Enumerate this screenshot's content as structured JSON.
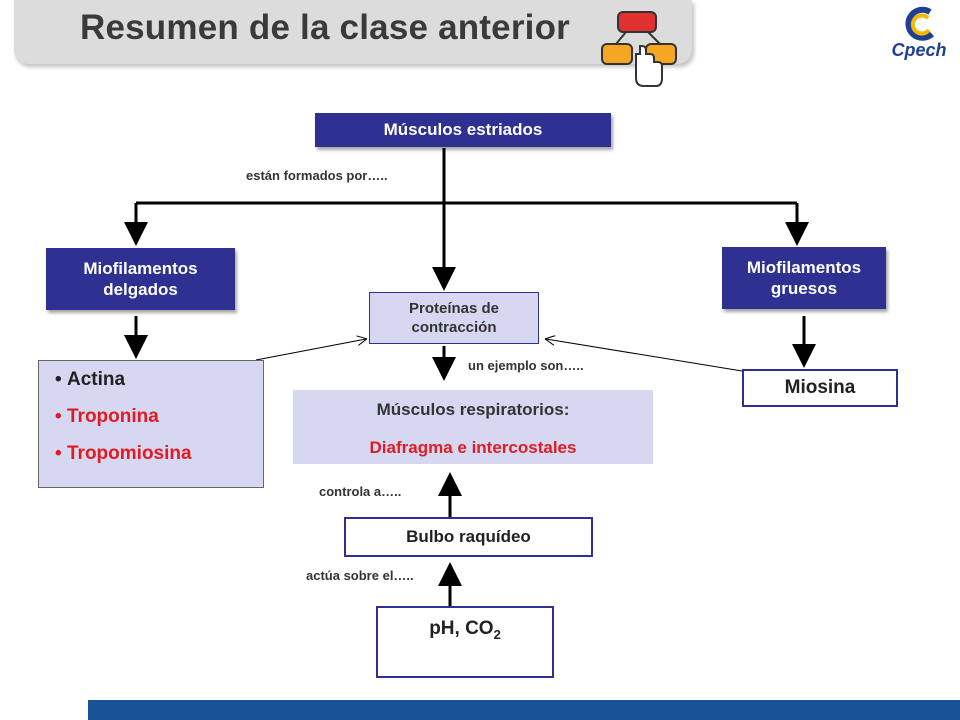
{
  "header": {
    "title": "Resumen de la clase anterior",
    "logo_text": "Cpech"
  },
  "diagram": {
    "top_node": "Músculos estriados",
    "label_formed": "están formados por…..",
    "left_node_line1": "Miofilamentos",
    "left_node_line2": "delgados",
    "right_node_line1": "Miofilamentos",
    "right_node_line2": "gruesos",
    "center_node_line1": "Proteínas de",
    "center_node_line2": "contracción",
    "label_example": "un ejemplo son…..",
    "thin_list": [
      {
        "bullet": "•",
        "text": "Actina",
        "color": "#222222"
      },
      {
        "bullet": "•",
        "text": "Troponina",
        "color": "#e01b24"
      },
      {
        "bullet": "•",
        "text": "Tropomiosina",
        "color": "#e01b24"
      }
    ],
    "myosin_node": "Miosina",
    "resp_title": "Músculos respiratorios:",
    "resp_detail": "Diafragma e intercostales",
    "label_controls": "controla a…..",
    "bulb_node": "Bulbo raquídeo",
    "label_acts": "actúa sobre el…..",
    "ph_text": "pH, CO",
    "ph_sub": "2"
  },
  "colors": {
    "node_blue": "#2e3192",
    "highlight_red": "#e01b24",
    "list_bg": "#d5d8f0",
    "bar_blue": "#1a5296"
  }
}
